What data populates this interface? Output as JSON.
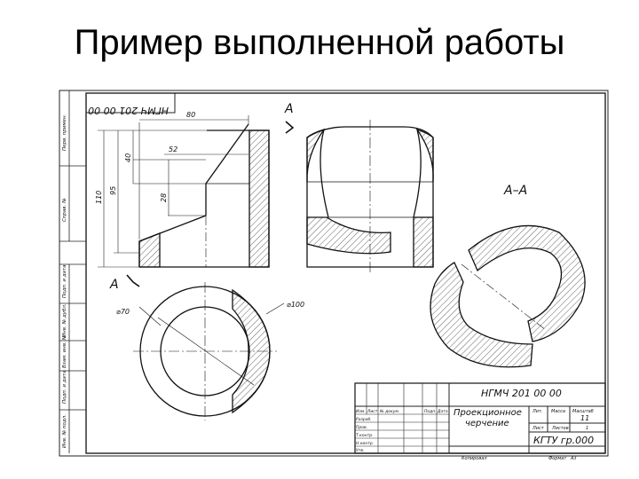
{
  "slide": {
    "title": "Пример выполненной работы"
  },
  "drawing": {
    "stamp_code_rotated": "НГМЧ 201 00 00",
    "section_mark": "А",
    "section_label": "А–А",
    "dimensions": {
      "d80": "80",
      "d52": "52",
      "d40": "40",
      "d28": "28",
      "d95": "95",
      "d110": "110",
      "phi70": "⌀70",
      "phi100": "⌀100"
    },
    "title_block": {
      "code": "НГМЧ 201 00 00",
      "name_line1": "Проекционное",
      "name_line2": "черчение",
      "org": "КГТУ гр.000",
      "sheet_value": "11",
      "col_lit": "Лит.",
      "col_mass": "Масса",
      "col_scale": "Масштаб",
      "sheet": "Лист",
      "sheets": "Листов",
      "sheets_value": "1",
      "izm": "Изм.",
      "list": "Лист",
      "ndoc": "№ докум.",
      "podp": "Подп.",
      "data": "Дата",
      "razrab": "Разраб.",
      "prov": "Пров.",
      "tkontr": "Т.контр.",
      "nkontr": "Н.контр.",
      "utv": "Утв.",
      "copied": "Копировал",
      "format": "Формат",
      "format_value": "А3"
    },
    "side_labels": [
      "Перв. примен.",
      "Справ. №",
      "Подп. и дата",
      "Инв. № дубл.",
      "Взам. инв. №",
      "Подп. и дата",
      "Инв. № подл."
    ]
  }
}
